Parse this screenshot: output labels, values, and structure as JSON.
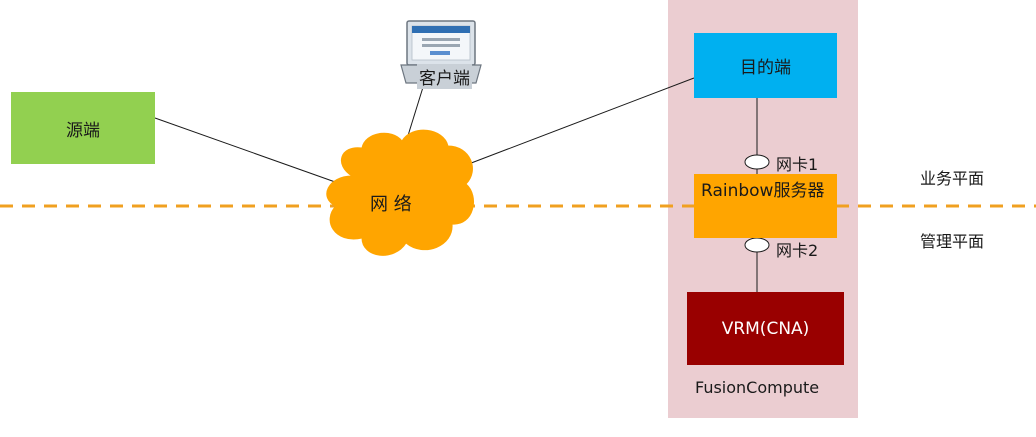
{
  "nodes": {
    "source": "源端",
    "network": "网 络",
    "client": "客户端",
    "destination": "目的端",
    "rainbow_server": "Rainbow服务器",
    "vrm": "VRM(CNA)",
    "fusion_compute": "FusionCompute"
  },
  "nics": {
    "nic1": "网卡1",
    "nic2": "网卡2"
  },
  "planes": {
    "business": "业务平面",
    "management": "管理平面"
  },
  "colors": {
    "source": "#92d050",
    "network": "#ffa500",
    "destination": "#00b0f0",
    "rainbow_server": "#ffa500",
    "vrm": "#990000",
    "zone": "#ebcdd1",
    "divider": "#f0a020"
  },
  "icons": {
    "client": "laptop-icon",
    "network": "cloud-icon",
    "nic": "nic-ellipse-icon"
  }
}
